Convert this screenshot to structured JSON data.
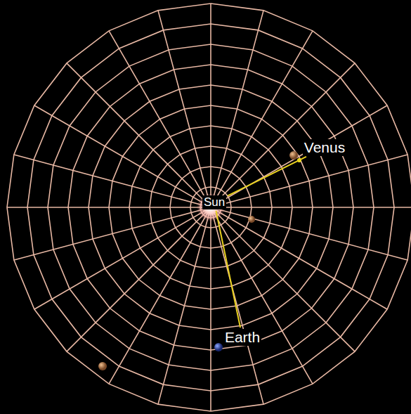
{
  "diagram": {
    "nodes": [
      {
        "text": [
          "Sun"
        ]
      },
      {
        "text": [
          "Venus"
        ]
      },
      {
        "text": [
          "Earth"
        ]
      }
    ],
    "edges": [
      {
        "from": 0,
        "to": 1,
        "arrow": "none"
      },
      {
        "from": 0,
        "to": 2,
        "arrow": "none"
      }
    ]
  }
}
